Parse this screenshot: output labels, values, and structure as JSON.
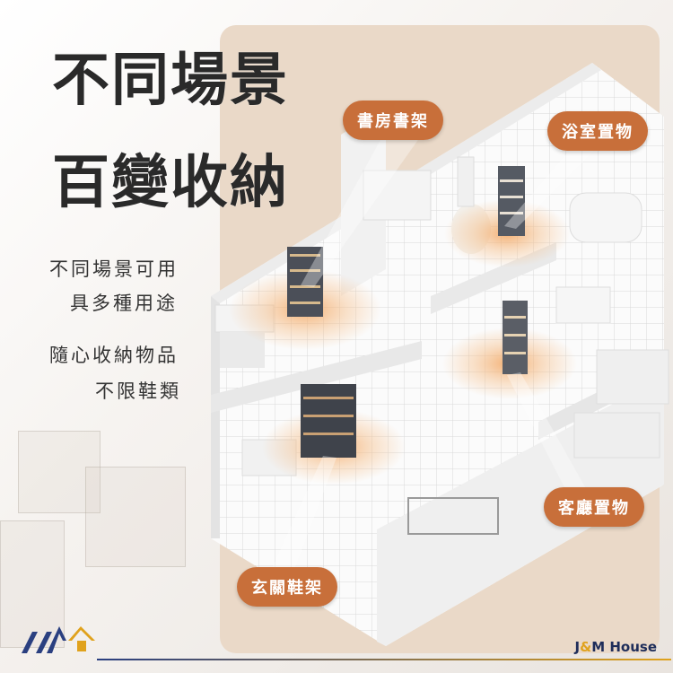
{
  "headline": {
    "line1": "不同場景",
    "line2": "百變收納"
  },
  "subtexts": [
    "不同場景可用",
    "具多種用途",
    "隨心收納物品",
    "不限鞋類"
  ],
  "tags": {
    "study": "書房書架",
    "bath": "浴室置物",
    "living": "客廳置物",
    "entry": "玄關鞋架"
  },
  "brand": {
    "name_left": "J",
    "amp": "&",
    "name_right": "M House"
  },
  "colors": {
    "tag": "#c86f3a",
    "panel": "#ead9c8",
    "brand_blue": "#1e2d5a",
    "brand_gold": "#e0a21c"
  }
}
